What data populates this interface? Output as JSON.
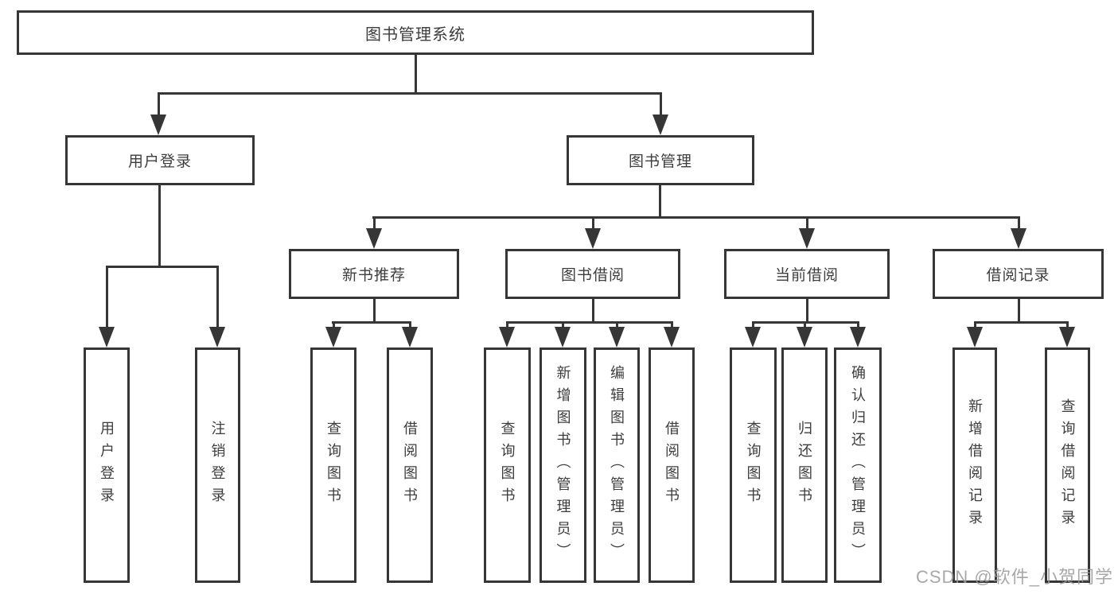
{
  "tree": {
    "label": "图书管理系统",
    "children": [
      {
        "label": "用户登录",
        "children": [
          {
            "label": "用户登录"
          },
          {
            "label": "注销登录"
          }
        ]
      },
      {
        "label": "图书管理",
        "children": [
          {
            "label": "新书推荐",
            "children": [
              {
                "label": "查询图书"
              },
              {
                "label": "借阅图书"
              }
            ]
          },
          {
            "label": "图书借阅",
            "children": [
              {
                "label": "查询图书"
              },
              {
                "label": "新增图书（管理员）"
              },
              {
                "label": "编辑图书（管理员）"
              },
              {
                "label": "借阅图书"
              }
            ]
          },
          {
            "label": "当前借阅",
            "children": [
              {
                "label": "查询图书"
              },
              {
                "label": "归还图书"
              },
              {
                "label": "确认归还（管理员）"
              }
            ]
          },
          {
            "label": "借阅记录",
            "children": [
              {
                "label": "新增借阅记录"
              },
              {
                "label": "查询借阅记录"
              }
            ]
          }
        ]
      }
    ]
  },
  "watermark": {
    "text": "CSDN @软件_小贺同学"
  },
  "colors": {
    "line": "#363636",
    "text": "#3d3d3d",
    "watermark": "#9a9a9a",
    "background": "#ffffff"
  }
}
